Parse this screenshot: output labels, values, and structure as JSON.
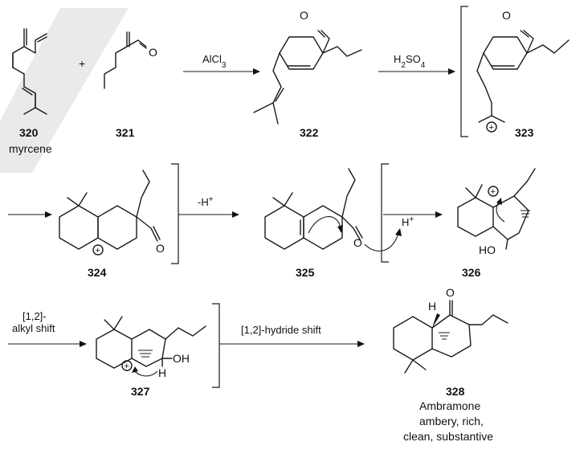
{
  "compounds": [
    {
      "id": "320",
      "name": "myrcene"
    },
    {
      "id": "321"
    },
    {
      "id": "322"
    },
    {
      "id": "323"
    },
    {
      "id": "324"
    },
    {
      "id": "325"
    },
    {
      "id": "326"
    },
    {
      "id": "327"
    },
    {
      "id": "328",
      "name": "Ambramone",
      "descriptors": [
        "ambery, rich,",
        "clean, substantive"
      ]
    }
  ],
  "reagents": {
    "alcl3": "AlCl3",
    "h2so4": "H2SO4",
    "minus_h": "-H+",
    "h_plus": "H+",
    "alkyl_shift_1": "[1,2]-",
    "alkyl_shift_2": "alkyl shift",
    "hydride_shift": "[1,2]-hydride shift"
  },
  "atoms": {
    "oxygen": "O",
    "hydroxyl": "OH",
    "ho": "HO",
    "hydrogen": "H"
  },
  "symbols": {
    "plus_sign": "+",
    "cation": "+"
  }
}
